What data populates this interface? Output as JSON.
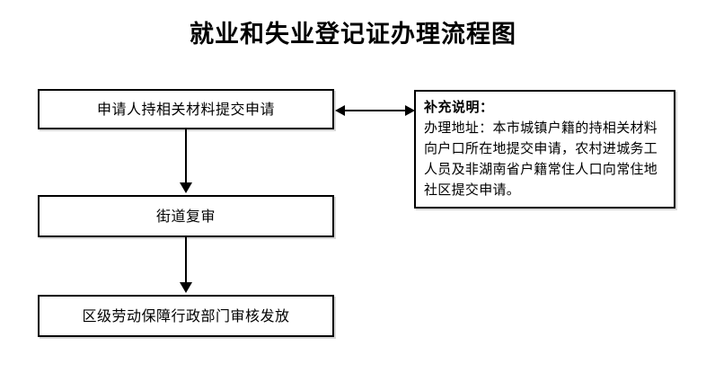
{
  "title": "就业和失业登记证办理流程图",
  "flow": {
    "steps": [
      {
        "id": "step-1",
        "label": "申请人持相关材料提交申请"
      },
      {
        "id": "step-2",
        "label": "街道复审"
      },
      {
        "id": "step-3",
        "label": "区级劳动保障行政部门审核发放"
      }
    ]
  },
  "note": {
    "heading": "补充说明：",
    "lines": [
      "办理地址：本市城镇户籍的持相关材料",
      "向户口所在地提交申请，农村进城务工",
      "人员及非湖南省户籍常住人口向常住地",
      "社区提交申请。"
    ]
  },
  "connectors": {
    "step1_to_step2": "arrow-down-icon",
    "step2_to_step3": "arrow-down-icon",
    "step1_to_note": "double-arrow-horizontal-icon"
  },
  "colors": {
    "background": "#ffffff",
    "stroke": "#000000",
    "text": "#000000",
    "shadow": "#d8d8d8"
  }
}
